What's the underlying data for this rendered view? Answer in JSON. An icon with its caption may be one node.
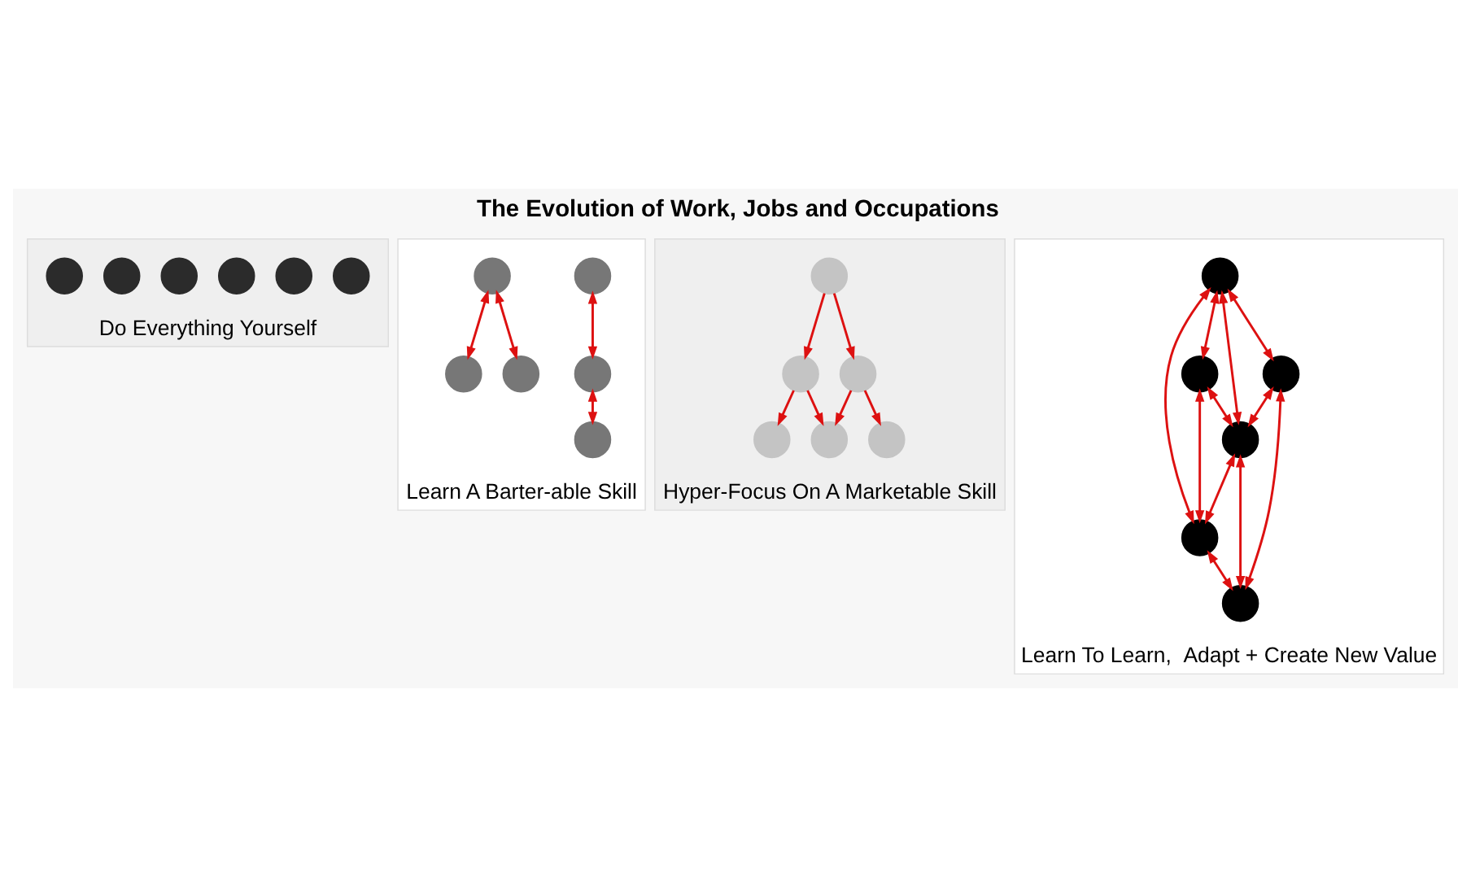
{
  "diagram": {
    "title": "The Evolution of Work, Jobs and Occupations",
    "nodes": [
      {
        "text": [
          "Do Everything Yourself"
        ]
      },
      {
        "text": [],
        "shape": "circle",
        "in": 0
      },
      {
        "text": [],
        "shape": "circle",
        "in": 0
      },
      {
        "text": [],
        "shape": "circle",
        "in": 0
      },
      {
        "text": [],
        "shape": "circle",
        "in": 0
      },
      {
        "text": [],
        "shape": "circle",
        "in": 0
      },
      {
        "text": [],
        "shape": "circle",
        "in": 0
      },
      {
        "text": [
          "Learn A Barter-able Skill"
        ]
      },
      {
        "text": [],
        "shape": "circle",
        "in": 7
      },
      {
        "text": [],
        "shape": "circle",
        "in": 7
      },
      {
        "text": [],
        "shape": "circle",
        "in": 7
      },
      {
        "text": [],
        "shape": "circle",
        "in": 7
      },
      {
        "text": [],
        "shape": "circle",
        "in": 7
      },
      {
        "text": [],
        "shape": "circle",
        "in": 7
      },
      {
        "text": [
          "Hyper-Focus On A Marketable Skill"
        ]
      },
      {
        "text": [],
        "shape": "circle",
        "in": 14
      },
      {
        "text": [],
        "shape": "circle",
        "in": 14
      },
      {
        "text": [],
        "shape": "circle",
        "in": 14
      },
      {
        "text": [],
        "shape": "circle",
        "in": 14
      },
      {
        "text": [],
        "shape": "circle",
        "in": 14
      },
      {
        "text": [],
        "shape": "circle",
        "in": 14
      },
      {
        "text": [
          "Learn To Learn,  Adapt + Create New Value"
        ]
      },
      {
        "text": [],
        "shape": "circle",
        "in": 21
      },
      {
        "text": [],
        "shape": "circle",
        "in": 21
      },
      {
        "text": [],
        "shape": "circle",
        "in": 21
      },
      {
        "text": [],
        "shape": "circle",
        "in": 21
      },
      {
        "text": [],
        "shape": "circle",
        "in": 21
      },
      {
        "text": [],
        "shape": "circle",
        "in": 21
      }
    ],
    "edges": [
      {
        "from": 8,
        "to": 9,
        "arrow": "both"
      },
      {
        "from": 9,
        "to": 10,
        "arrow": "both"
      },
      {
        "from": 11,
        "to": 13,
        "arrow": "both"
      },
      {
        "from": 11,
        "to": 12,
        "arrow": "both"
      },
      {
        "from": 15,
        "to": 16,
        "arrow": "to"
      },
      {
        "from": 15,
        "to": 17,
        "arrow": "to"
      },
      {
        "from": 16,
        "to": 18,
        "arrow": "to"
      },
      {
        "from": 16,
        "to": 19,
        "arrow": "to"
      },
      {
        "from": 17,
        "to": 19,
        "arrow": "to"
      },
      {
        "from": 17,
        "to": 20,
        "arrow": "to"
      },
      {
        "from": 23,
        "to": 22,
        "arrow": "both"
      },
      {
        "from": 22,
        "to": 24,
        "arrow": "both"
      },
      {
        "from": 23,
        "to": 24,
        "arrow": "both"
      },
      {
        "from": 22,
        "to": 25,
        "arrow": "both"
      },
      {
        "from": 23,
        "to": 25,
        "arrow": "both"
      },
      {
        "from": 25,
        "to": 24,
        "arrow": "both"
      },
      {
        "from": 23,
        "to": 26,
        "arrow": "both"
      },
      {
        "from": 26,
        "to": 25,
        "arrow": "both"
      },
      {
        "from": 26,
        "to": 27,
        "arrow": "both"
      },
      {
        "from": 25,
        "to": 27,
        "arrow": "both"
      },
      {
        "from": 24,
        "to": 27,
        "arrow": "both"
      }
    ]
  }
}
